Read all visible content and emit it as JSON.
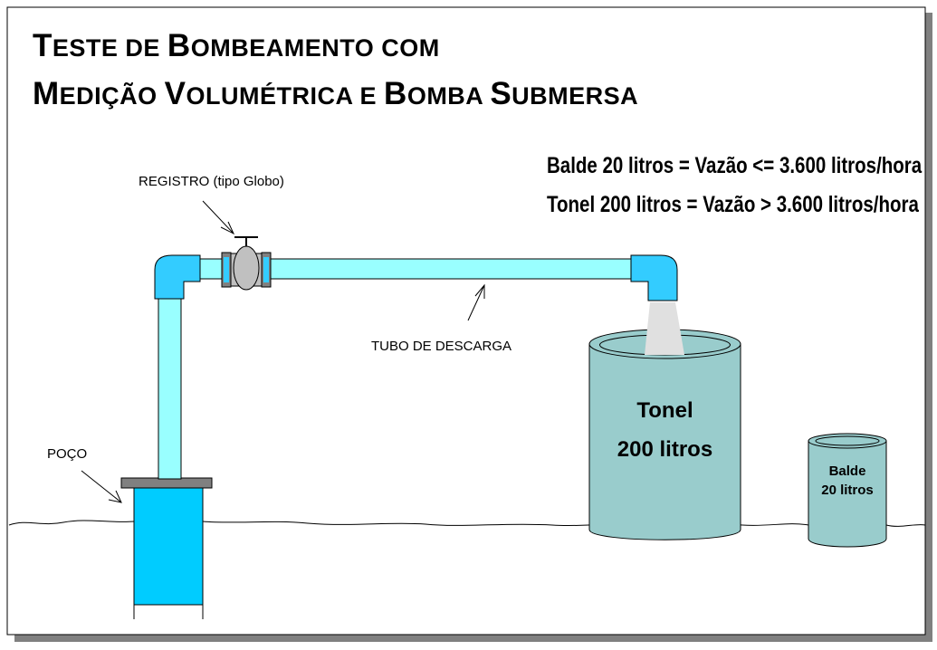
{
  "title": {
    "line1": [
      {
        "cap": "T",
        "rest": "ESTE DE "
      },
      {
        "cap": "B",
        "rest": "OMBEAMENTO COM"
      }
    ],
    "line2": [
      {
        "cap": "M",
        "rest": "EDIÇÃO "
      },
      {
        "cap": "V",
        "rest": "OLUMÉTRICA E "
      },
      {
        "cap": "B",
        "rest": "OMBA "
      },
      {
        "cap": "S",
        "rest": "UBMERSA"
      }
    ]
  },
  "notes": {
    "balde": "Balde 20 litros = Vazão <= 3.600 litros/hora",
    "tonel": "Tonel 200 litros = Vazão > 3.600 litros/hora"
  },
  "labels": {
    "registro": "REGISTRO (tipo Globo)",
    "tubo": "TUBO DE DESCARGA",
    "poco": "POÇO"
  },
  "tonel": {
    "line1": "Tonel",
    "line2": "200 litros"
  },
  "balde": {
    "line1": "Balde",
    "line2": "20 litros"
  },
  "colors": {
    "pipe": "#99ffff",
    "elbow": "#33ccff",
    "well": "#00ccff",
    "tank": "#99cccc",
    "valve": "#c0c0c0",
    "flange": "#808080",
    "water_jet": "#e0e0e0"
  }
}
